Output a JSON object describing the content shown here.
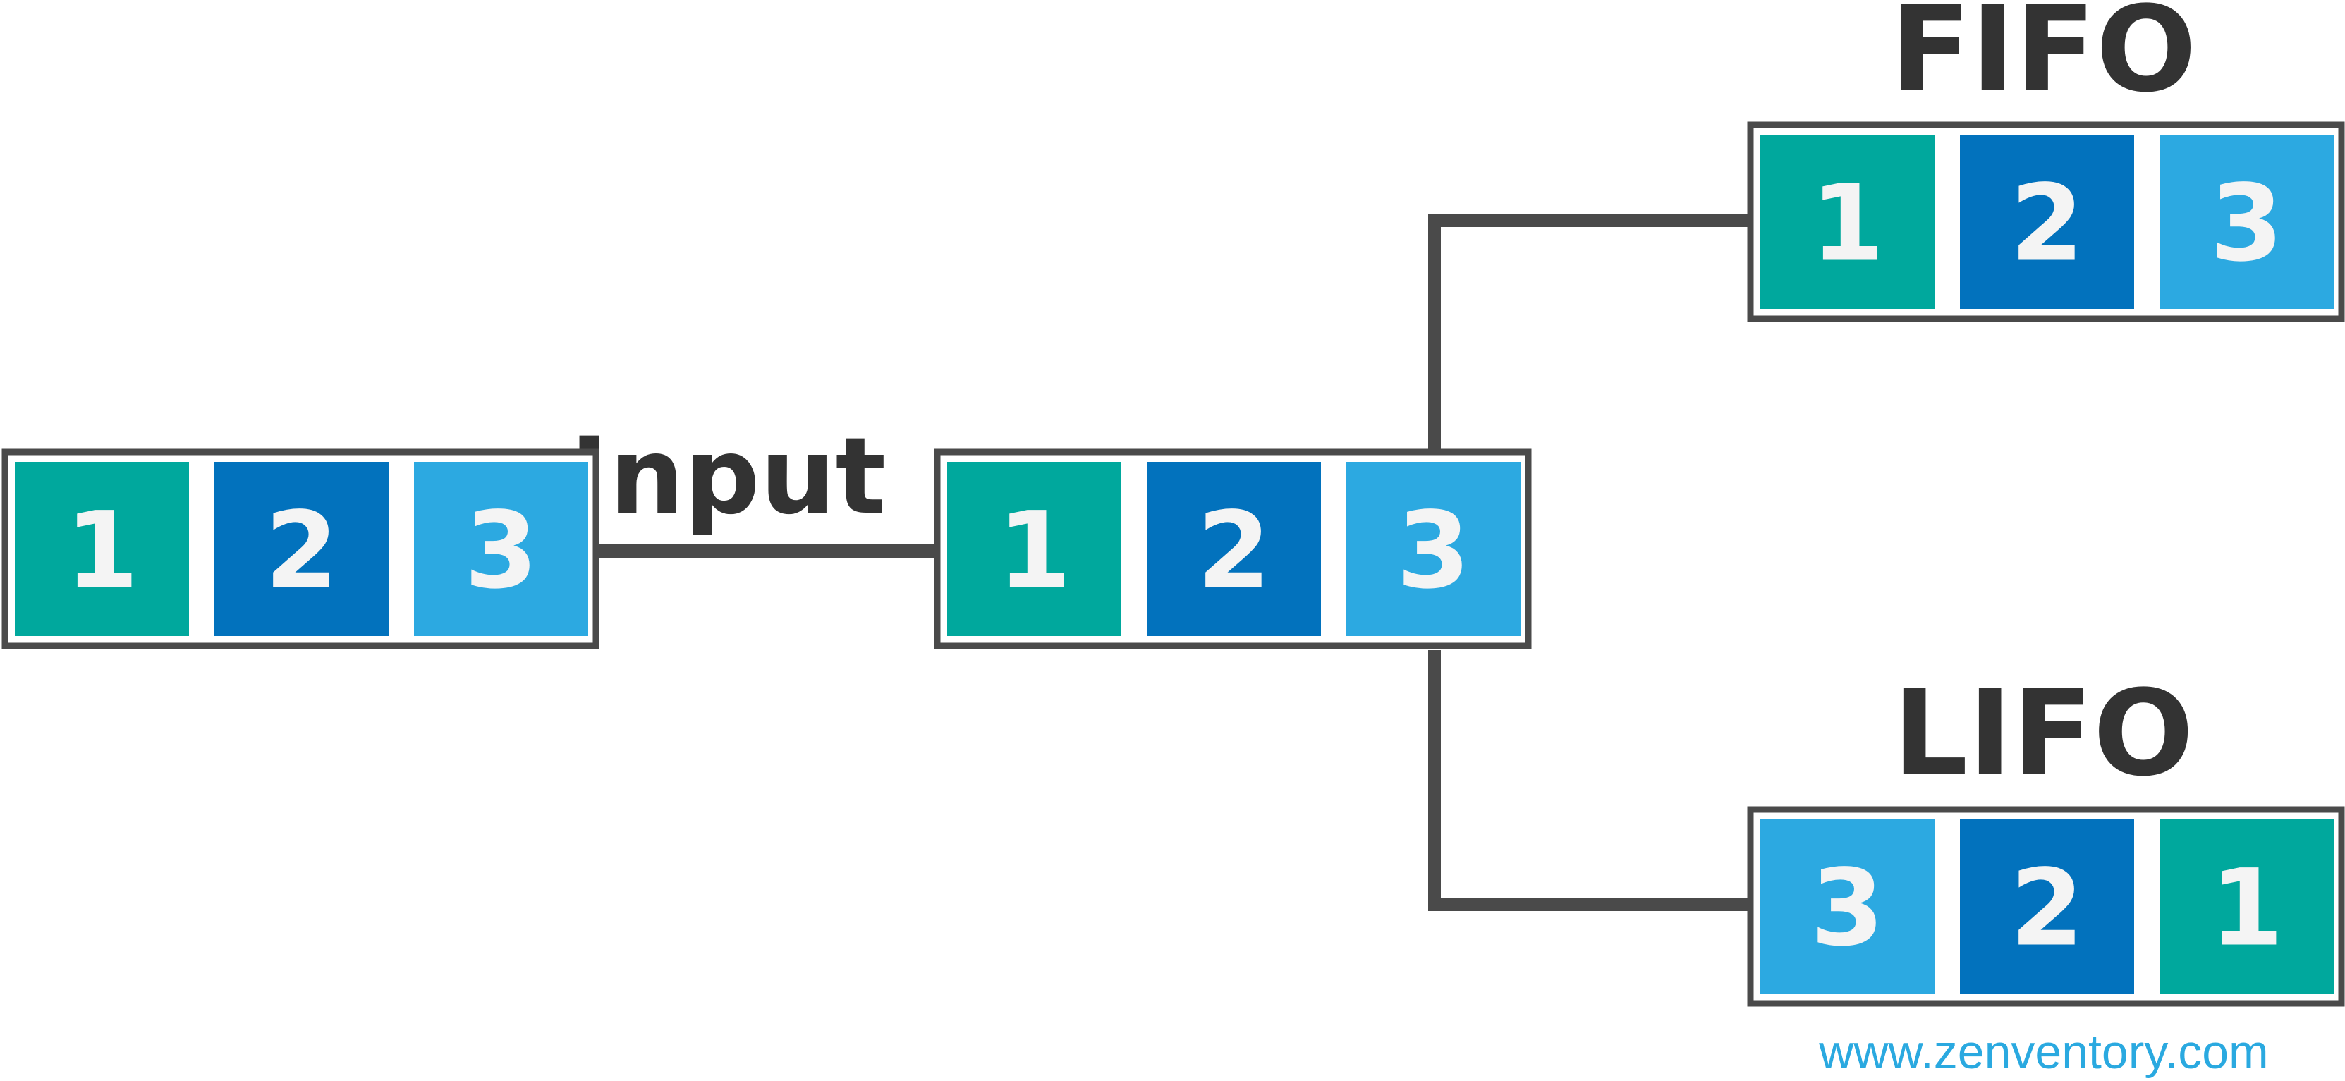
{
  "labels": {
    "input": "Input",
    "fifo": "FIFO",
    "lifo": "LIFO",
    "website": "www.zenventory.com"
  },
  "colors": {
    "teal": "#00a89d",
    "blue": "#0272bd",
    "light_blue": "#2ca9e1",
    "frame": "#4a4a4a",
    "connector": "#4a4a4a",
    "label_text": "#333333",
    "cell_text": "#f4f4f4",
    "url_text": "#2aa9e0"
  },
  "groups": [
    {
      "id": "source",
      "cells": [
        {
          "number": "1",
          "color": "teal"
        },
        {
          "number": "2",
          "color": "blue"
        },
        {
          "number": "3",
          "color": "light_blue"
        }
      ]
    },
    {
      "id": "buffer",
      "cells": [
        {
          "number": "1",
          "color": "teal"
        },
        {
          "number": "2",
          "color": "blue"
        },
        {
          "number": "3",
          "color": "light_blue"
        }
      ]
    },
    {
      "id": "fifo",
      "cells": [
        {
          "number": "1",
          "color": "teal"
        },
        {
          "number": "2",
          "color": "blue"
        },
        {
          "number": "3",
          "color": "light_blue"
        }
      ]
    },
    {
      "id": "lifo",
      "cells": [
        {
          "number": "3",
          "color": "light_blue"
        },
        {
          "number": "2",
          "color": "blue"
        },
        {
          "number": "1",
          "color": "teal"
        }
      ]
    }
  ]
}
